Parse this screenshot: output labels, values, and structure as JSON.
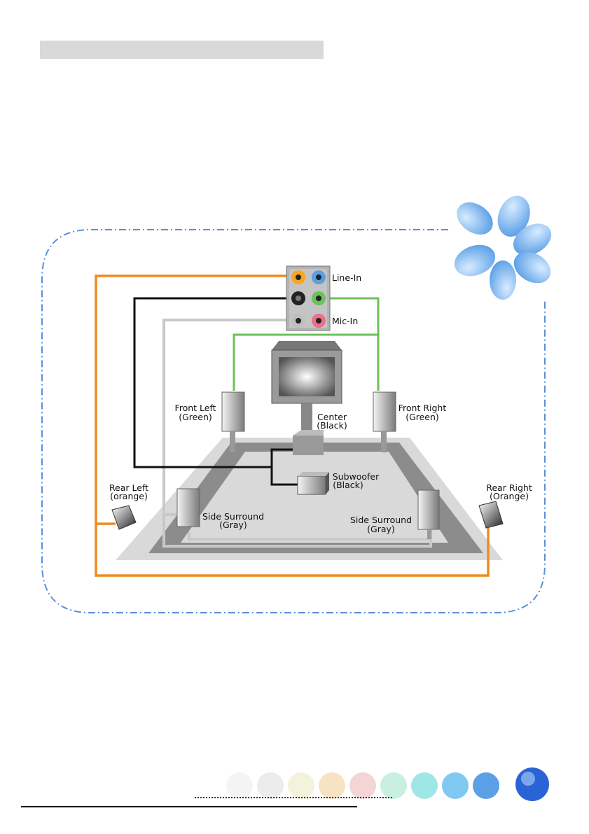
{
  "labels": {
    "line_in": "Line-In",
    "mic_in": "Mic-In",
    "front_left": "Front Left",
    "front_left_color": "(Green)",
    "front_right": "Front Right",
    "front_right_color": "(Green)",
    "center": "Center",
    "center_color": "(Black)",
    "subwoofer": "Subwoofer",
    "subwoofer_color": "(Black)",
    "rear_left": "Rear Left",
    "rear_left_color": "(orange)",
    "rear_right": "Rear Right",
    "rear_right_color": "(Orange)",
    "side_surround_left": "Side Surround",
    "side_surround_left_color": "(Gray)",
    "side_surround_right": "Side Surround",
    "side_surround_right_color": "(Gray)"
  },
  "colors": {
    "orange_cable": "#f08a1d",
    "black_cable": "#111111",
    "gray_cable": "#c8c8c8",
    "green_cable": "#6cc15a",
    "frame_dash": "#5b8fd9",
    "jack_orange": "#f5a623",
    "jack_blue": "#5aa0e0",
    "jack_green": "#6cc15a",
    "jack_pink": "#ee6d8a",
    "jack_gray": "#bfbfbf",
    "jack_black": "#222222"
  },
  "icons": {
    "corner_logo": "blue-petal-flower-icon",
    "footer_dots": "gradient-circles-decoration"
  }
}
